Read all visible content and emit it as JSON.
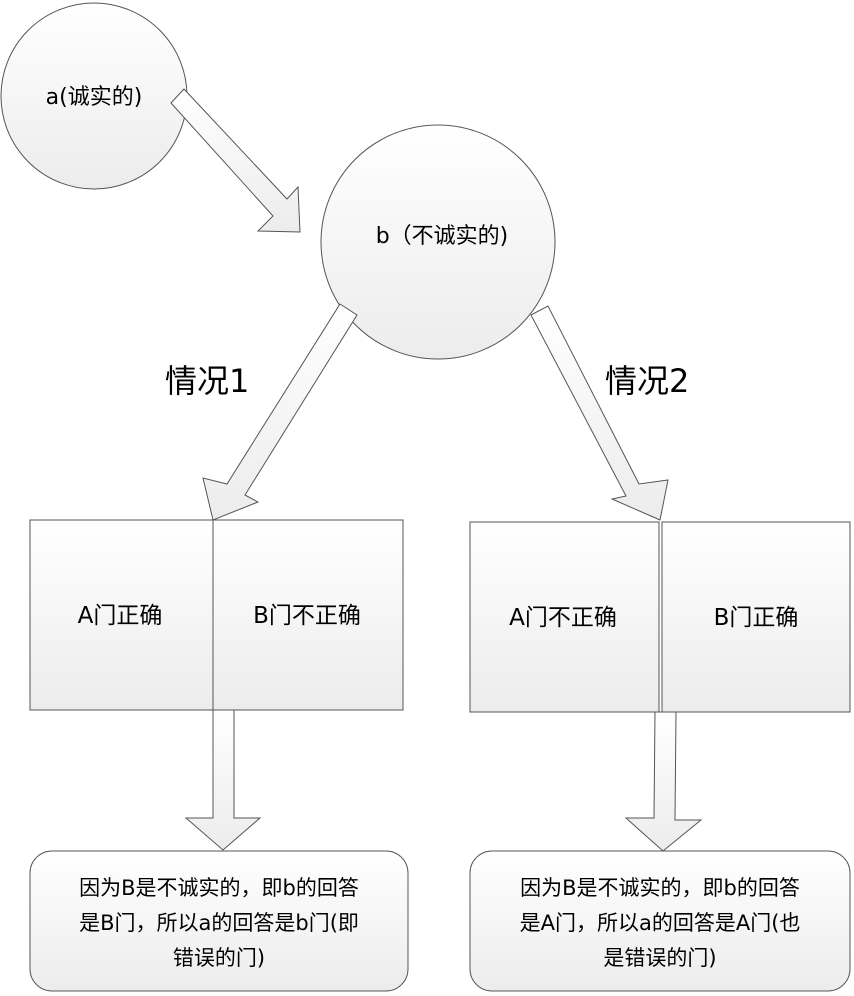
{
  "nodes": {
    "a": "a(诚实的)",
    "b": "b（不诚实的)"
  },
  "cases": [
    {
      "label": "情况1",
      "left_door": "A门正确",
      "right_door": "B门不正确",
      "conclusion": [
        "因为B是不诚实的，即b的回答",
        "是B门，所以a的回答是b门(即",
        "错误的门)"
      ]
    },
    {
      "label": "情况2",
      "left_door": "A门不正确",
      "right_door": "B门正确",
      "conclusion": [
        "因为B是不诚实的，即b的回答",
        "是A门，所以a的回答是A门(也",
        "是错误的门)"
      ]
    }
  ]
}
